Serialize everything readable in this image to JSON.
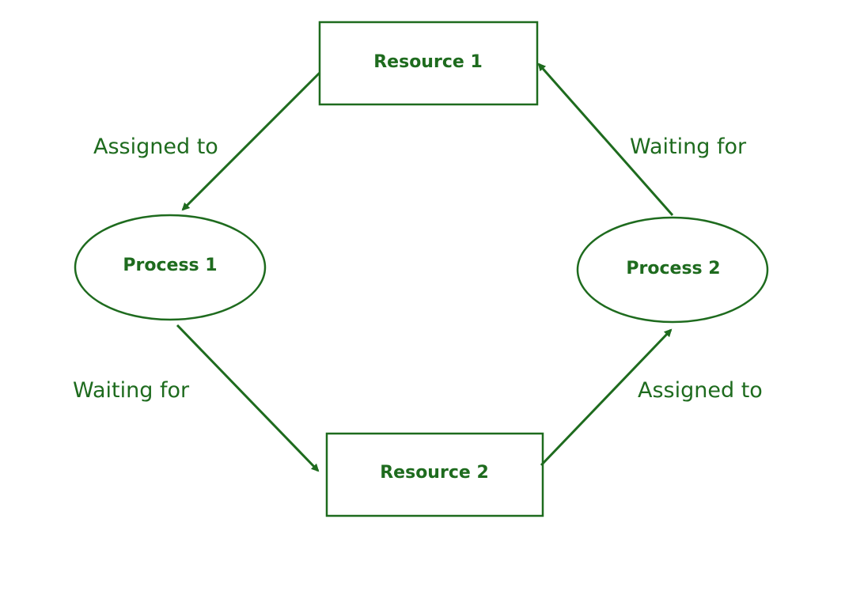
{
  "colors": {
    "stroke": "#1e6b1e",
    "text": "#1e6b1e",
    "background": "#ffffff"
  },
  "nodes": {
    "resource_1": "Resource 1",
    "resource_2": "Resource 2",
    "process_1": "Process 1",
    "process_2": "Process 2"
  },
  "edges": {
    "resource1_to_process1": "Assigned to",
    "process1_to_resource2": "Waiting for",
    "resource2_to_process2": "Assigned to",
    "process2_to_resource1": "Waiting for"
  }
}
